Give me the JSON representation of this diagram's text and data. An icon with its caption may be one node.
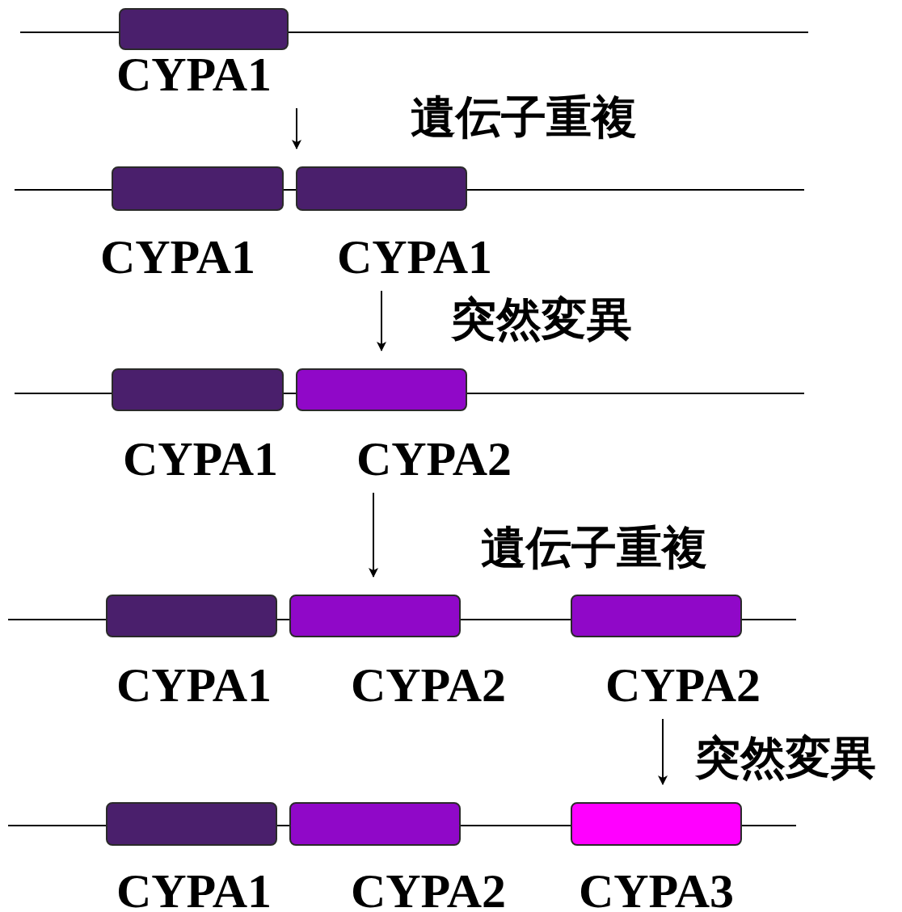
{
  "diagram": {
    "nodes": [
      {
        "text": [
          "CYPA1"
        ]
      },
      {
        "text": [
          "CYPA1"
        ]
      },
      {
        "text": [
          "CYPA1"
        ]
      },
      {
        "text": [
          "CYPA1"
        ]
      },
      {
        "text": [
          "CYPA2"
        ]
      },
      {
        "text": [
          "CYPA1"
        ]
      },
      {
        "text": [
          "CYPA2"
        ]
      },
      {
        "text": [
          "CYPA2"
        ]
      },
      {
        "text": [
          "CYPA1"
        ]
      },
      {
        "text": [
          "CYPA2"
        ]
      },
      {
        "text": [
          "CYPA3"
        ]
      }
    ],
    "edges": [
      {
        "from": 0,
        "to": 1,
        "arrow": "to",
        "label": "遺伝子重複"
      },
      {
        "from": 2,
        "to": 4,
        "arrow": "to",
        "label": "突然変異"
      },
      {
        "from": 4,
        "to": 6,
        "arrow": "to",
        "label": "遺伝子重複"
      },
      {
        "from": 7,
        "to": 10,
        "arrow": "to",
        "label": "突然変異"
      }
    ]
  }
}
